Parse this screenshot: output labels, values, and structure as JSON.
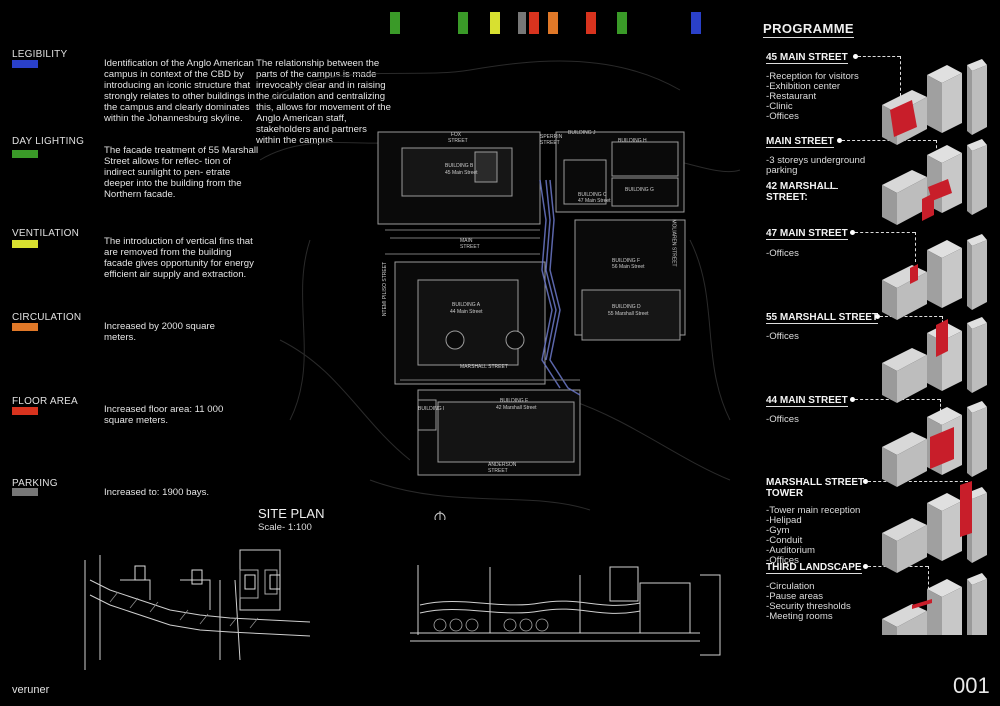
{
  "top_bars": [
    {
      "color": "#3a9a28"
    },
    {
      "color": "#3a9a28"
    },
    {
      "color": "#d8e030"
    },
    {
      "color": "#777777"
    },
    {
      "color": "#d8331e"
    },
    {
      "color": "#e07828"
    },
    {
      "color": "#d8331e"
    },
    {
      "color": "#3a9a28"
    },
    {
      "color": "#2a40c8"
    }
  ],
  "legend": [
    {
      "label": "LEGIBILITY",
      "color": "#2a40c8",
      "text": "Identification of the Anglo American campus in context of the CBD by introducing an iconic structure that strongly relates to other buildings in the campus and clearly dominates within the Johannesburg skyline."
    },
    {
      "label": "DAY LIGHTING",
      "color": "#3a9a28",
      "text": "The facade treatment of 55 Marshall Street allows for reflec- tion of indirect sunlight to pen- etrate deeper into the building from the Northern facade."
    },
    {
      "label": "VENTILATION",
      "color": "#d8e030",
      "text": "The introduction of vertical fins that are removed from the building facade gives opportunity for energy efficient air supply and extraction."
    },
    {
      "label": "CIRCULATION",
      "color": "#e07828",
      "text": "Increased by 2000 square meters."
    },
    {
      "label": "FLOOR AREA",
      "color": "#d8331e",
      "text": "Increased floor area: 11 000 square meters."
    },
    {
      "label": "PARKING",
      "color": "#777777",
      "text": "Increased to: 1900 bays."
    }
  ],
  "relationship_text": "The relationship between the parts of the campus is made  irrevocably clear and in raising the circulation and centralizing this, allows for movement of the Anglo American staff, stakeholders and partners within the campus.",
  "site_plan": {
    "title": "SITE PLAN",
    "scale": "Scale- 1:100",
    "labels": {
      "fox_street": "FOX STREET",
      "sperrin_street": "SPERRIN STREET",
      "main_street": "MAIN STREET",
      "ntemi_piliso": "NTEMI PILISO STREET",
      "mcclaren": "MOLIAREN STREET",
      "marshall_street": "MARSHALL STREET",
      "anderson_street": "ANDERSON STREET",
      "building_b": "BUILDING B",
      "building_b_sub": "45 Main Street",
      "building_c": "BUILDING C",
      "building_c_sub": "47 Main Street",
      "building_j": "BUILDING J",
      "building_h": "BUILDING H",
      "building_g": "BUILDING G",
      "building_f": "BUILDING F",
      "building_f_sub": "56 Main Street",
      "building_d": "BUILDING D",
      "building_d_sub": "55 Marshall Street",
      "building_a": "BUILDING A",
      "building_a_sub": "44 Main Street",
      "building_i": "BUILDING I",
      "building_e": "BUILDING E",
      "building_e_sub": "42 Marshall Street"
    }
  },
  "programme": {
    "title": "PROGRAMME",
    "sections": [
      {
        "heading": "45 MAIN STREET",
        "items": [
          "-Reception for visitors",
          "-Exhibition center",
          "-Restaurant",
          "-Clinic",
          "-Offices"
        ]
      },
      {
        "heading": "MAIN STREET",
        "items": [
          "-3 storeys underground",
          "parking"
        ]
      },
      {
        "heading": "42 MARSHALL STREET:",
        "items": []
      },
      {
        "heading": "47 MAIN STREET",
        "items": [
          "-Offices"
        ]
      },
      {
        "heading": "55 MARSHALL STREET",
        "items": [
          "-Offices"
        ]
      },
      {
        "heading": "44 MAIN STREET",
        "items": [
          "-Offices"
        ]
      },
      {
        "heading": "MARSHALL STREET TOWER",
        "items": [
          "-Tower main reception",
          "-Helipad",
          "-Gym",
          "-Conduit",
          "-Auditorium",
          "-Offices"
        ]
      },
      {
        "heading": "THIRD LANDSCAPE",
        "items": [
          "-Circulation",
          "-Pause areas",
          "-Security thresholds",
          "-Meeting rooms"
        ]
      }
    ]
  },
  "footer": {
    "author": "veruner",
    "page_number": "001"
  }
}
